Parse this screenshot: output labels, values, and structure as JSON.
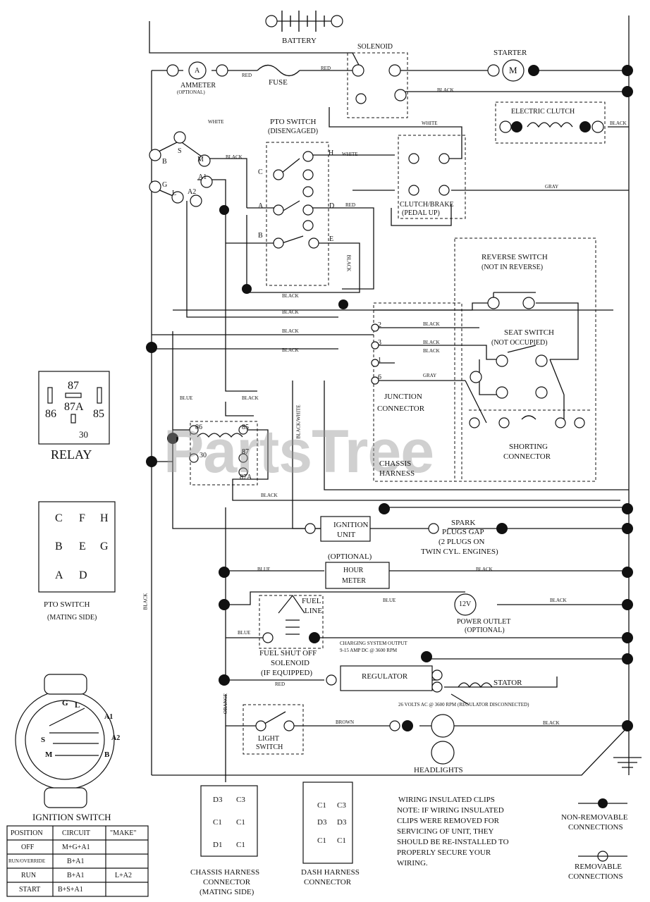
{
  "labels": {
    "battery": "BATTERY",
    "solenoid": "SOLENOID",
    "starter": "STARTER",
    "starter_m": "M",
    "ammeter": "AMMETER",
    "ammeter_opt": "(OPTIONAL)",
    "ammeter_a": "A",
    "fuse": "FUSE",
    "electric_clutch": "ELECTRIC CLUTCH",
    "pto_switch": "PTO SWITCH",
    "pto_disengaged": "(DISENGAGED)",
    "clutch_brake": "CLUTCH/BRAKE",
    "pedal_up": "(PEDAL UP)",
    "reverse_switch": "REVERSE SWITCH",
    "not_in_reverse": "(NOT IN REVERSE)",
    "seat_switch": "SEAT SWITCH",
    "not_occupied": "(NOT OCCUPIED)",
    "junction": "JUNCTION",
    "connector": "CONNECTOR",
    "chassis": "CHASSIS",
    "harness": "HARNESS",
    "shorting": "SHORTING",
    "shorting_connector": "CONNECTOR",
    "relay": "RELAY",
    "relay_87": "87",
    "relay_86": "86",
    "relay_87a": "87A",
    "relay_85": "85",
    "relay_30": "30",
    "ignition_unit": "IGNITION",
    "ignition_unit2": "UNIT",
    "spark": "SPARK",
    "plugs_gap": "PLUGS GAP",
    "two_plugs": "(2 PLUGS ON",
    "twin_cyl": "TWIN CYL. ENGINES)",
    "optional": "(OPTIONAL)",
    "hour": "HOUR",
    "meter": "METER",
    "twelve_v": "12V",
    "power_outlet": "POWER OUTLET",
    "power_outlet_opt": "(OPTIONAL)",
    "fuel": "FUEL",
    "line": "LINE",
    "fuel_shut_off": "FUEL SHUT OFF",
    "solenoid2": "SOLENOID",
    "if_equipped": "(IF EQUIPPED)",
    "charging": "CHARGING SYSTEM OUTPUT",
    "charging2": "9-15 AMP DC @ 3600 RPM",
    "regulator": "REGULATOR",
    "stator": "STATOR",
    "ac_output": "26 VOLTS AC @ 3600 RPM (REGULATOR DISCONNECTED)",
    "light": "LIGHT",
    "switch": "SWITCH",
    "headlights": "HEADLIGHTS",
    "pto_switch_mating": "PTO SWITCH",
    "mating_side": "(MATING SIDE)",
    "ignition_switch": "IGNITION SWITCH",
    "chassis_harness_conn": "CHASSIS HARNESS",
    "chassis_harness_conn2": "CONNECTOR",
    "chassis_harness_conn3": "(MATING SIDE)",
    "dash_harness": "DASH HARNESS",
    "dash_harness2": "CONNECTOR",
    "note1": "WIRING INSULATED CLIPS",
    "note2": "NOTE: IF WIRING INSULATED",
    "note3": "CLIPS WERE REMOVED FOR",
    "note4": "SERVICING OF UNIT, THEY",
    "note5": "SHOULD BE RE-INSTALLED TO",
    "note6": "PROPERLY SECURE YOUR",
    "note7": "WIRING.",
    "legend_nonremovable": "NON-REMOVABLE",
    "legend_nonremovable2": "CONNECTIONS",
    "legend_removable": "REMOVABLE",
    "legend_removable2": "CONNECTIONS",
    "watermark": "PartsTree"
  },
  "wires": {
    "red": "RED",
    "black": "BLACK",
    "white": "WHITE",
    "gray": "GRAY",
    "blue": "BLUE",
    "orange": "ORANGE",
    "brown": "BROWN",
    "black_white": "BLACK/WHITE",
    "red2": "RED"
  },
  "terminals": {
    "b": "B",
    "s": "S",
    "m": "M",
    "a1": "A1",
    "a2": "A2",
    "g": "G",
    "l": "L",
    "pto_h": "H",
    "pto_c": "C",
    "pto_a": "A",
    "pto_d": "D",
    "pto_b": "B",
    "pto_e": "E",
    "j2": "2",
    "j3": "3",
    "j1": "1",
    "j6": "6"
  },
  "pto_grid": [
    "C",
    "F",
    "H",
    "B",
    "E",
    "G",
    "A",
    "D"
  ],
  "ignition_face": [
    "G",
    "L",
    "A1",
    "S",
    "A2",
    "M",
    "B"
  ],
  "chassis_conn_pins": [
    "D3",
    "C3",
    "C1",
    "C1",
    "D1",
    "C1"
  ],
  "dash_conn_pins": [
    "C1",
    "C3",
    "D3",
    "D3",
    "C1",
    "C1"
  ],
  "position_table": {
    "headers": [
      "POSITION",
      "CIRCUIT",
      "\"MAKE\""
    ],
    "rows": [
      [
        "OFF",
        "M+G+A1",
        ""
      ],
      [
        "RUN/OVERRIDE",
        "B+A1",
        ""
      ],
      [
        "RUN",
        "B+A1",
        "L+A2"
      ],
      [
        "START",
        "B+S+A1",
        ""
      ]
    ]
  }
}
